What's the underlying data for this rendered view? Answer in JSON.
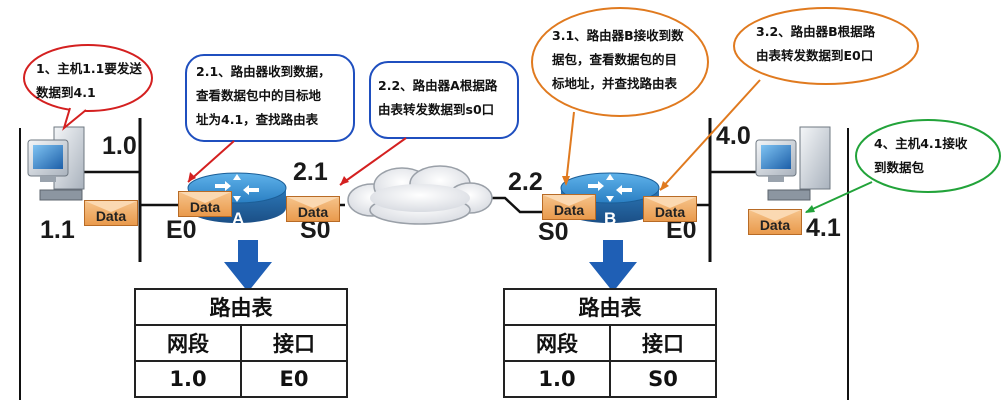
{
  "bubbles": {
    "b1": "1、主机1.1要发送\n数据到4.1",
    "b21": "2.1、路由器收到数据，\n查看数据包中的目标地\n址为4.1，查找路由表",
    "b22": "2.2、路由器A根据路\n由表转发数据到s0口",
    "b31": "3.1、路由器B接收到数\n据包，查看数据包的目\n标地址，并查找路由表",
    "b32": "3.2、路由器B根据路\n由表转发数据到E0口",
    "b4": "4、主机4.1接收\n到数据包"
  },
  "network_labels": {
    "net_left": "1.0",
    "host_left": "1.1",
    "e0_a": "E0",
    "s0_a_addr": "2.1",
    "s0_a": "S0",
    "s0_b_addr": "2.2",
    "s0_b": "S0",
    "e0_b": "E0",
    "net_right": "4.0",
    "host_right": "4.1"
  },
  "routers": {
    "a": "A",
    "b": "B"
  },
  "packet_label": "Data",
  "table_a": {
    "title": "路由表",
    "col_segment": "网段",
    "col_interface": "接口",
    "row_segment": "1.0",
    "row_interface": "E0"
  },
  "table_b": {
    "title": "路由表",
    "col_segment": "网段",
    "col_interface": "接口",
    "row_segment": "1.0",
    "row_interface": "S0"
  },
  "colors": {
    "red": "#d42020",
    "blue": "#1f4fbf",
    "orange": "#e07a1f",
    "green": "#22a33a",
    "router": "#2e86c9",
    "arrow": "#1f5fb5"
  }
}
